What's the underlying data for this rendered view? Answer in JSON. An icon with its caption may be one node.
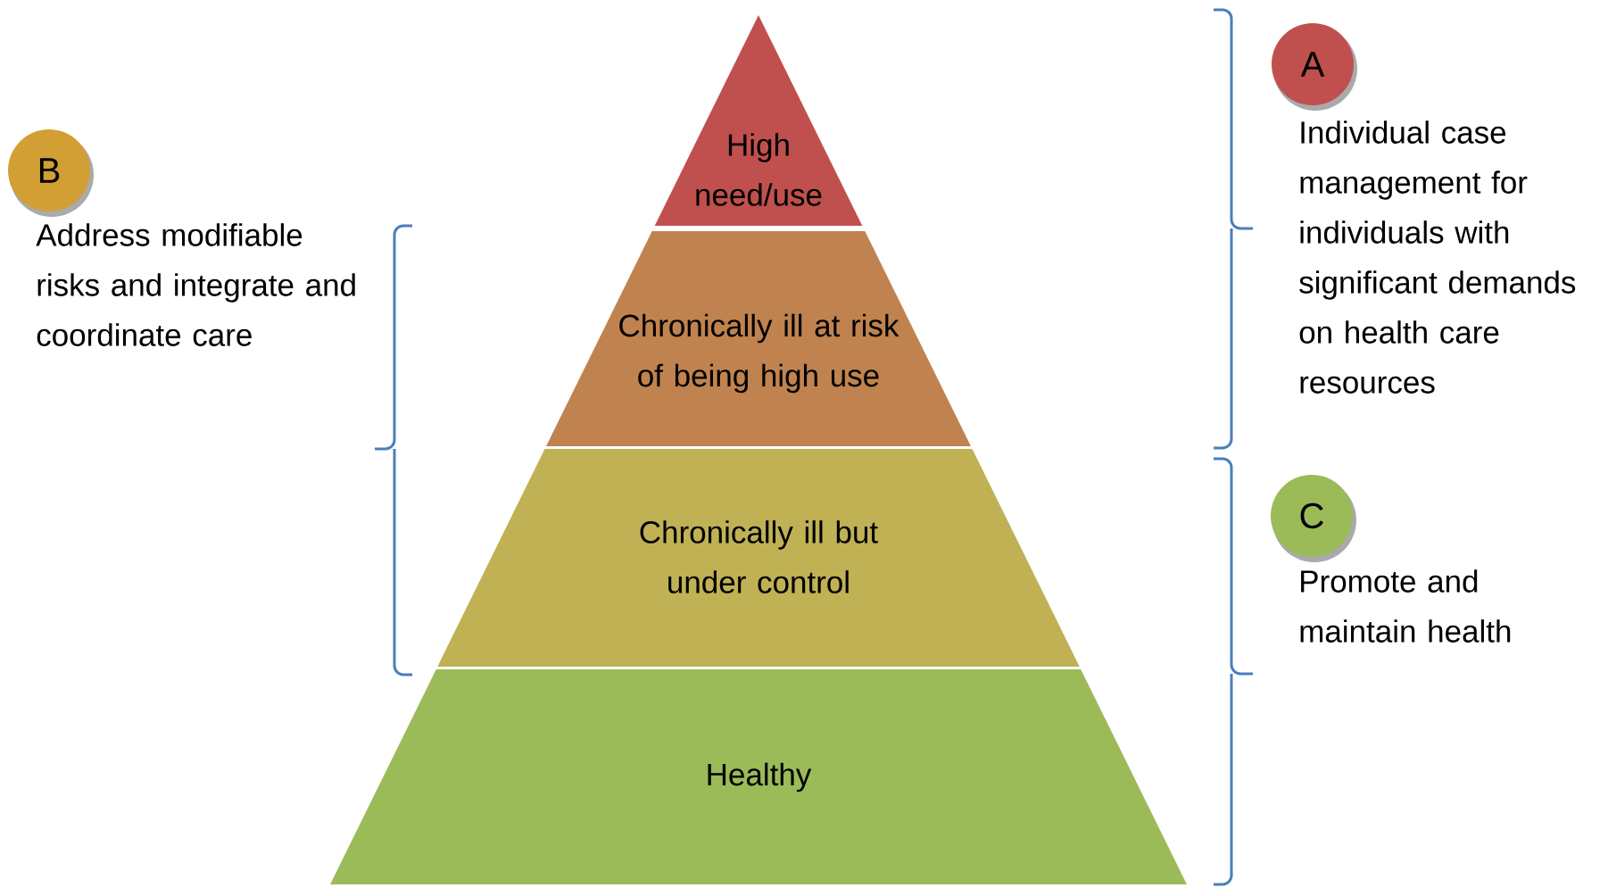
{
  "diagram": {
    "nodes": [
      {
        "text": [
          "High need/use"
        ]
      },
      {
        "text": [
          "Chronically ill at risk of being high use"
        ]
      },
      {
        "text": [
          "Chronically ill but under control"
        ]
      },
      {
        "text": [
          "Healthy"
        ]
      },
      {
        "text": [
          "A"
        ],
        "beside": [
          "Individual case management for individuals with significant demands on health care resources"
        ]
      },
      {
        "text": [
          "B"
        ],
        "beside": [
          "Address modifiable risks and integrate and coordinate care"
        ]
      },
      {
        "text": [
          "C"
        ],
        "beside": [
          "Promote and maintain health"
        ]
      }
    ]
  }
}
